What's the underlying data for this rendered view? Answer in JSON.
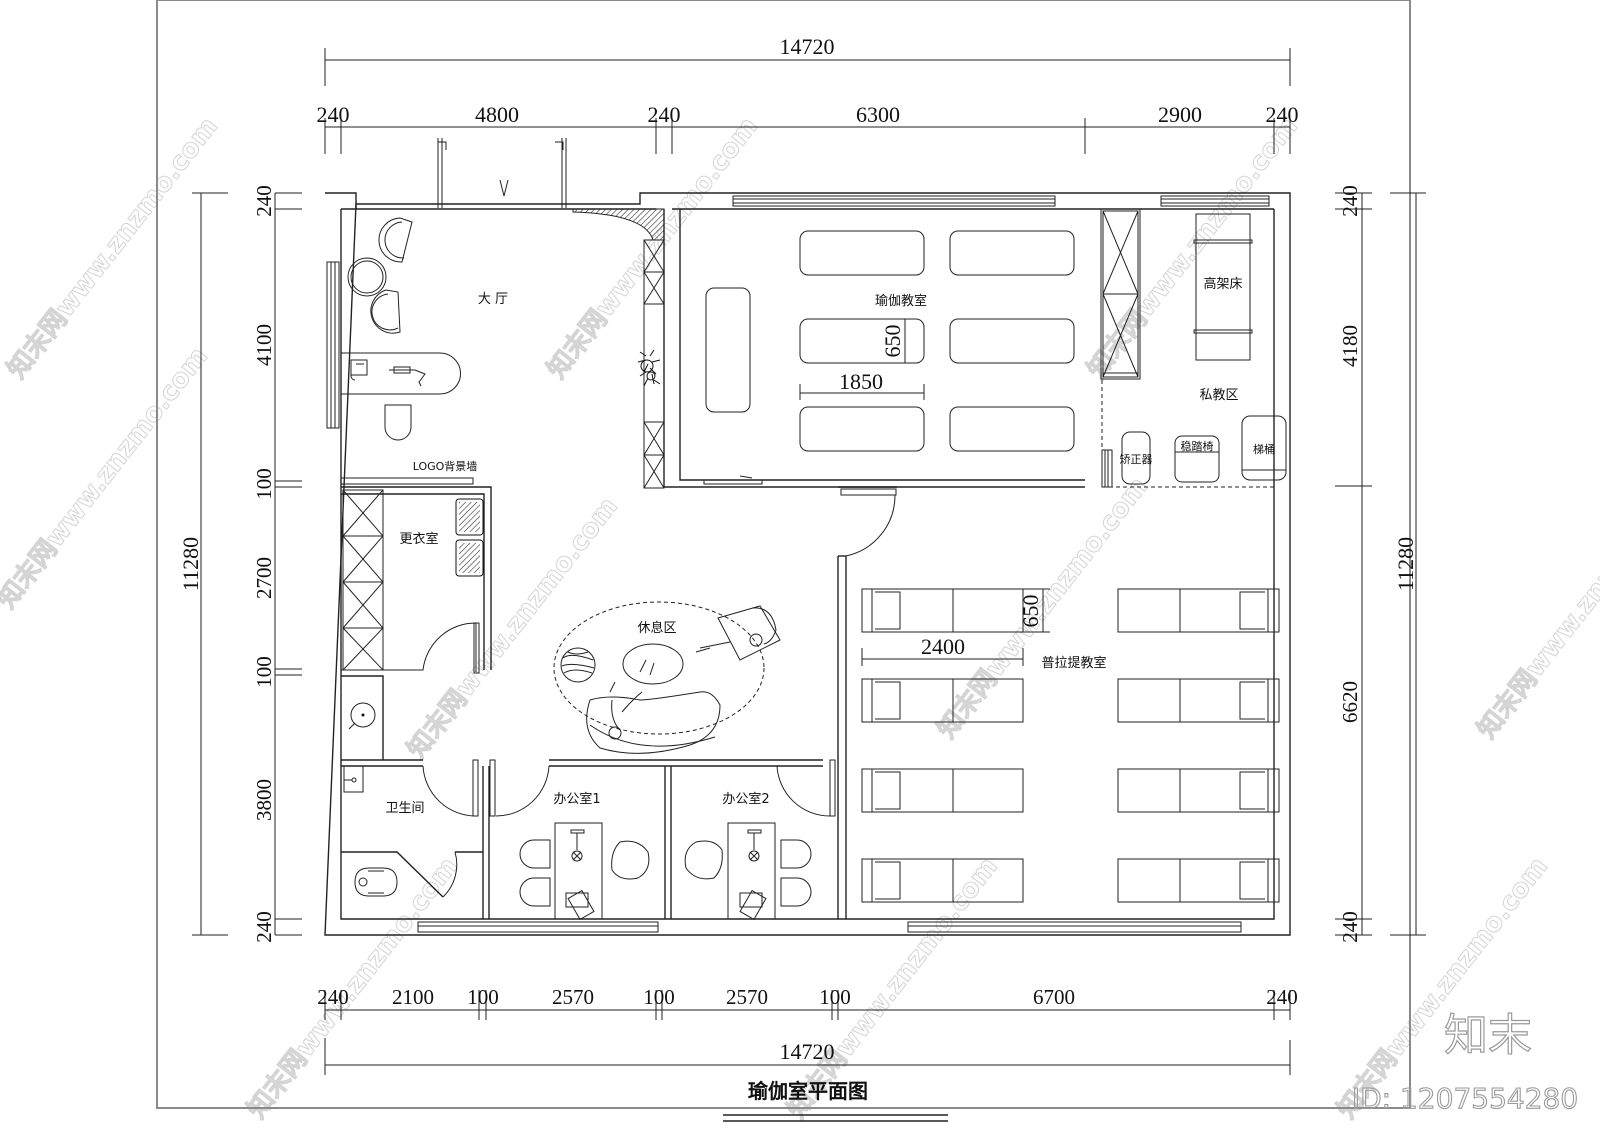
{
  "drawing": {
    "title": "瑜伽室平面图",
    "units": "mm"
  },
  "dimensions": {
    "top_total": "14720",
    "top_segments": [
      "240",
      "4800",
      "240",
      "6300",
      "2900",
      "240"
    ],
    "bottom_segments": [
      "240",
      "2100",
      "100",
      "2570",
      "100",
      "2570",
      "100",
      "6700",
      "240"
    ],
    "bottom_total": "14720",
    "left_total": "11280",
    "left_segments": [
      "240",
      "4100",
      "100",
      "2700",
      "100",
      "3800",
      "240"
    ],
    "right_total": "11280",
    "right_segments": [
      "240",
      "4180",
      "6620",
      "240"
    ],
    "yoga_mat_length": "1850",
    "yoga_mat_width": "650",
    "reformer_length": "2400",
    "reformer_width": "650"
  },
  "rooms": {
    "lobby": "大 厅",
    "logo_wall": "LOGO背景墙",
    "yoga_room": "瑜伽教室",
    "private_area": "私教区",
    "high_bed": "高架床",
    "corrector": "矫正器",
    "stable_chair": "稳踏椅",
    "ladder_barrel": "梯桶",
    "changing_room": "更衣室",
    "rest_area": "休息区",
    "pilates_room": "普拉提教室",
    "restroom": "卫生间",
    "office1": "办公室1",
    "office2": "办公室2"
  },
  "branding": {
    "logo_text": "知末",
    "id_text": "ID: 1207554280",
    "watermark": "知末网www.znzmo.com"
  }
}
